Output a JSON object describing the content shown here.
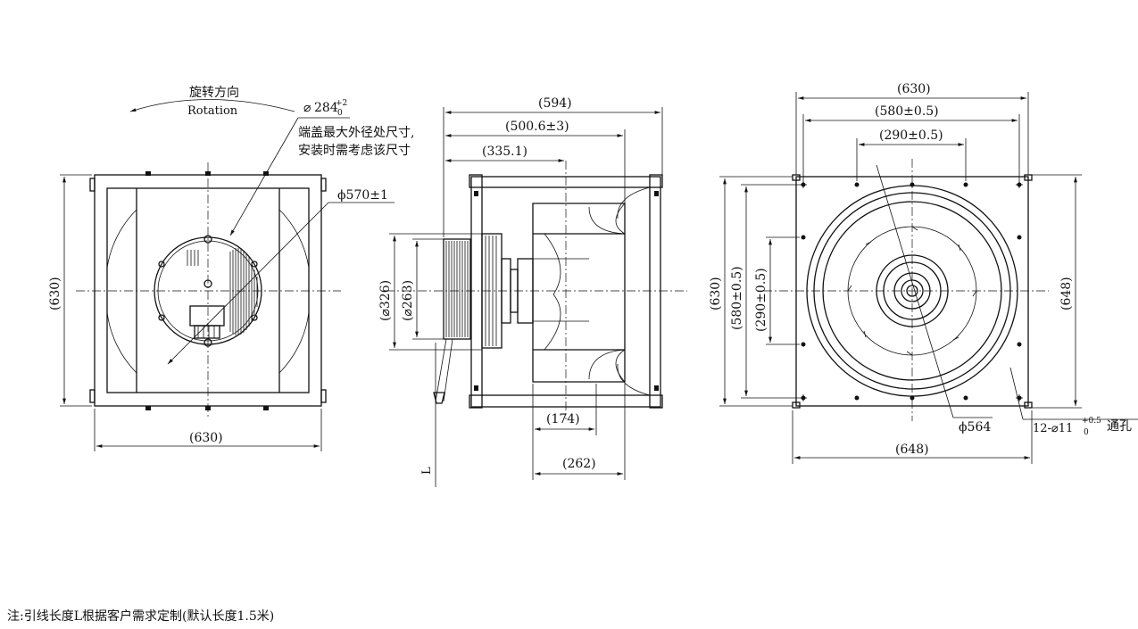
{
  "front_view": {
    "rotation_cn": "旋转方向",
    "rotation_en": "Rotation",
    "endcap_diameter": "284",
    "endcap_tol_upper": "+2",
    "endcap_tol_lower": "0",
    "endcap_note_line1": "端盖最大外径处尺寸,",
    "endcap_note_line2": "安装时需考虑该尺寸",
    "impeller_diameter": "ϕ570±1",
    "height": "(630)",
    "width": "(630)"
  },
  "side_view": {
    "overall_length": "(594)",
    "length_2": "(500.6±3)",
    "length_3": "(335.1)",
    "dia_326": "(⌀326)",
    "dia_263": "(⌀263)",
    "dim_174": "(174)",
    "dim_262": "(262)",
    "lead_label": "L"
  },
  "rear_view": {
    "top_630": "(630)",
    "top_580": "(580±0.5)",
    "top_290": "(290±0.5)",
    "left_630": "(630)",
    "left_580": "(580±0.5)",
    "left_290": "(290±0.5)",
    "right_648": "(648)",
    "bottom_648": "(648)",
    "dia_564": "ϕ564",
    "holes_prefix": "12-⌀11",
    "holes_tol_upper": "+0.5",
    "holes_tol_lower": "0",
    "holes_suffix": "通孔"
  },
  "note": "注:引线长度L根据客户需求定制(默认长度1.5米)"
}
